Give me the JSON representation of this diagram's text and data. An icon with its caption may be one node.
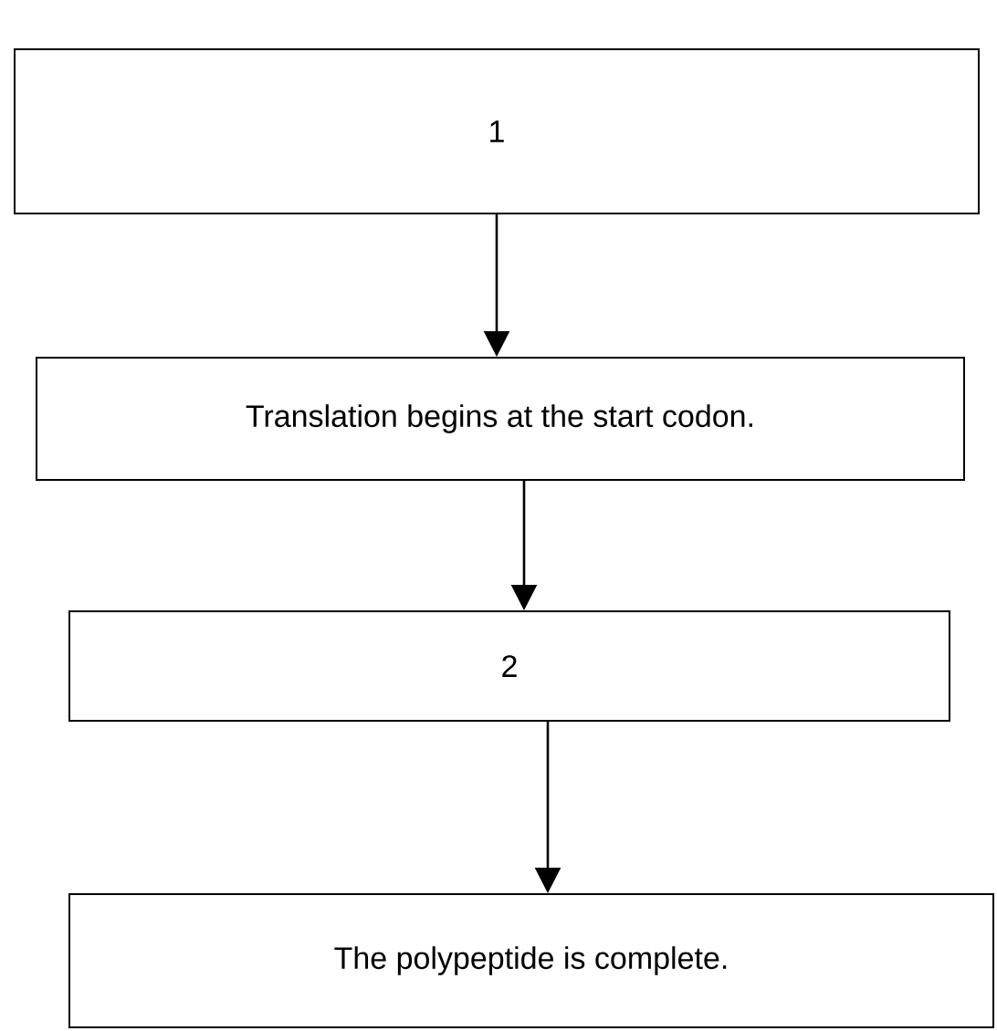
{
  "diagram": {
    "nodes": [
      {
        "text": [
          "1"
        ]
      },
      {
        "text": [
          "Translation begins at the start codon."
        ]
      },
      {
        "text": [
          "2"
        ]
      },
      {
        "text": [
          "The polypeptide is complete."
        ]
      }
    ],
    "edges": [
      {
        "from": 0,
        "to": 1,
        "arrow": "to"
      },
      {
        "from": 1,
        "to": 2,
        "arrow": "to"
      },
      {
        "from": 2,
        "to": 3,
        "arrow": "to"
      }
    ]
  }
}
